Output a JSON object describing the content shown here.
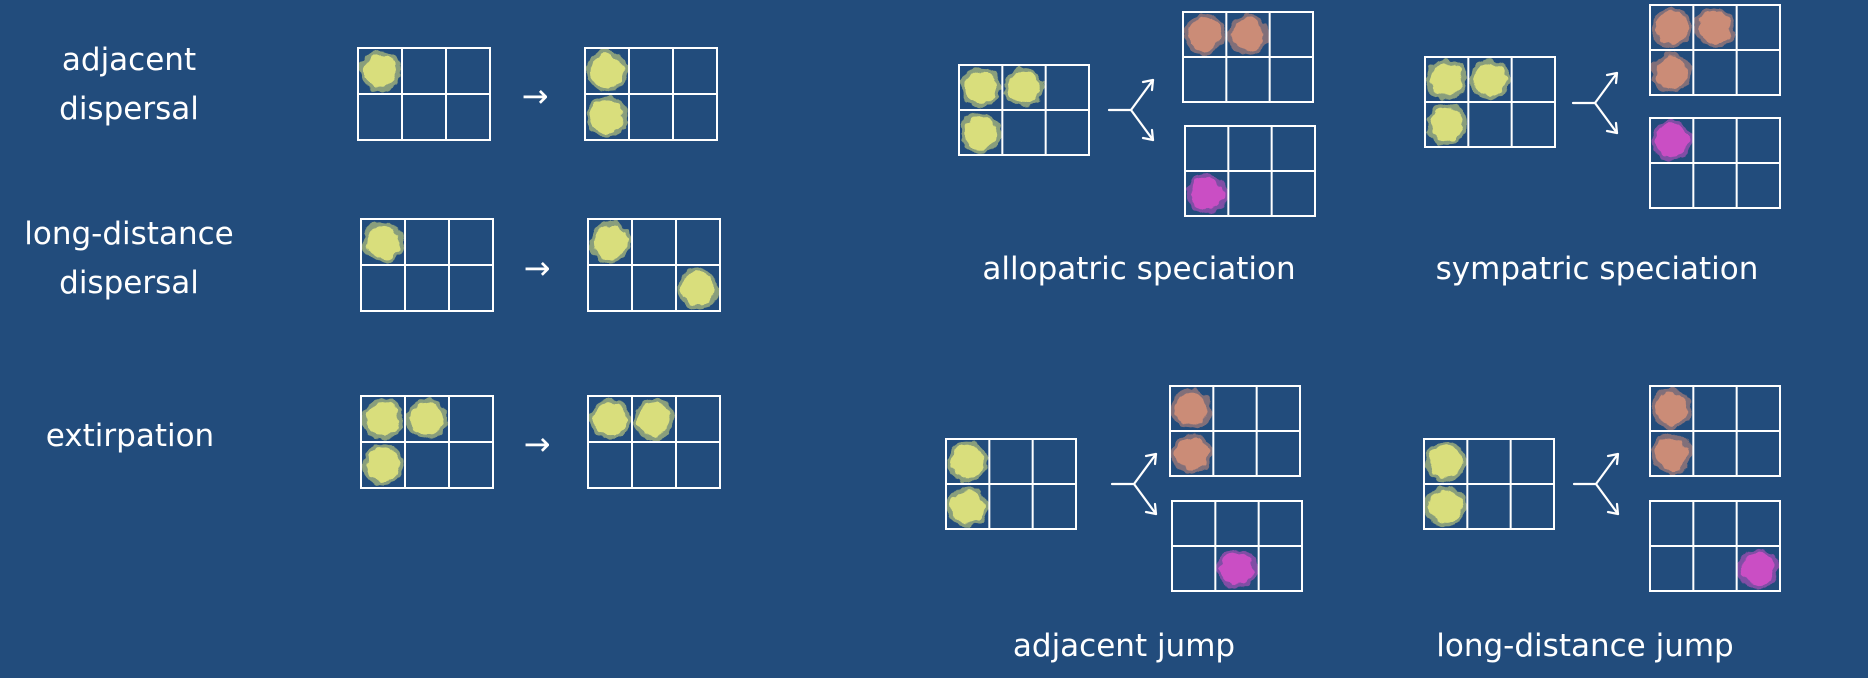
{
  "colors": {
    "background": "#224C7C",
    "line": "#FFFFFF",
    "ancestral_yellow": "#DDE27C",
    "descendant_tan": "#CF8D77",
    "descendant_magenta": "#CD4EC6"
  },
  "labels": {
    "adjacent_dispersal": [
      "adjacent",
      "dispersal"
    ],
    "long_distance_dispersal": [
      "long-distance",
      "dispersal"
    ],
    "extirpation": "extirpation",
    "allopatric_speciation": "allopatric speciation",
    "sympatric_speciation": "sympatric speciation",
    "adjacent_jump": "adjacent jump",
    "long_distance_jump": "long-distance jump"
  },
  "arrow_glyph": "→",
  "events": [
    {
      "id": "adjacent-dispersal",
      "type": "transition",
      "before": [
        {
          "row": 0,
          "col": 0,
          "color": "ancestral_yellow"
        }
      ],
      "after": [
        {
          "row": 0,
          "col": 0,
          "color": "ancestral_yellow"
        },
        {
          "row": 1,
          "col": 0,
          "color": "ancestral_yellow"
        }
      ]
    },
    {
      "id": "long-distance-dispersal",
      "type": "transition",
      "before": [
        {
          "row": 0,
          "col": 0,
          "color": "ancestral_yellow"
        }
      ],
      "after": [
        {
          "row": 0,
          "col": 0,
          "color": "ancestral_yellow"
        },
        {
          "row": 1,
          "col": 2,
          "color": "ancestral_yellow"
        }
      ]
    },
    {
      "id": "extirpation",
      "type": "transition",
      "before": [
        {
          "row": 0,
          "col": 0,
          "color": "ancestral_yellow"
        },
        {
          "row": 0,
          "col": 1,
          "color": "ancestral_yellow"
        },
        {
          "row": 1,
          "col": 0,
          "color": "ancestral_yellow"
        }
      ],
      "after": [
        {
          "row": 0,
          "col": 0,
          "color": "ancestral_yellow"
        },
        {
          "row": 0,
          "col": 1,
          "color": "ancestral_yellow"
        }
      ]
    },
    {
      "id": "allopatric-speciation",
      "type": "split",
      "ancestor": [
        {
          "row": 0,
          "col": 0,
          "color": "ancestral_yellow"
        },
        {
          "row": 0,
          "col": 1,
          "color": "ancestral_yellow"
        },
        {
          "row": 1,
          "col": 0,
          "color": "ancestral_yellow"
        }
      ],
      "upper": [
        {
          "row": 0,
          "col": 0,
          "color": "descendant_tan"
        },
        {
          "row": 0,
          "col": 1,
          "color": "descendant_tan"
        }
      ],
      "lower": [
        {
          "row": 1,
          "col": 0,
          "color": "descendant_magenta"
        }
      ]
    },
    {
      "id": "sympatric-speciation",
      "type": "split",
      "ancestor": [
        {
          "row": 0,
          "col": 0,
          "color": "ancestral_yellow"
        },
        {
          "row": 0,
          "col": 1,
          "color": "ancestral_yellow"
        },
        {
          "row": 1,
          "col": 0,
          "color": "ancestral_yellow"
        }
      ],
      "upper": [
        {
          "row": 0,
          "col": 0,
          "color": "descendant_tan"
        },
        {
          "row": 0,
          "col": 1,
          "color": "descendant_tan"
        },
        {
          "row": 1,
          "col": 0,
          "color": "descendant_tan"
        }
      ],
      "lower": [
        {
          "row": 0,
          "col": 0,
          "color": "descendant_magenta"
        }
      ]
    },
    {
      "id": "adjacent-jump",
      "type": "split",
      "ancestor": [
        {
          "row": 0,
          "col": 0,
          "color": "ancestral_yellow"
        },
        {
          "row": 1,
          "col": 0,
          "color": "ancestral_yellow"
        }
      ],
      "upper": [
        {
          "row": 0,
          "col": 0,
          "color": "descendant_tan"
        },
        {
          "row": 1,
          "col": 0,
          "color": "descendant_tan"
        }
      ],
      "lower": [
        {
          "row": 1,
          "col": 1,
          "color": "descendant_magenta"
        }
      ]
    },
    {
      "id": "long-distance-jump",
      "type": "split",
      "ancestor": [
        {
          "row": 0,
          "col": 0,
          "color": "ancestral_yellow"
        },
        {
          "row": 1,
          "col": 0,
          "color": "ancestral_yellow"
        }
      ],
      "upper": [
        {
          "row": 0,
          "col": 0,
          "color": "descendant_tan"
        },
        {
          "row": 1,
          "col": 0,
          "color": "descendant_tan"
        }
      ],
      "lower": [
        {
          "row": 1,
          "col": 2,
          "color": "descendant_magenta"
        }
      ]
    }
  ]
}
